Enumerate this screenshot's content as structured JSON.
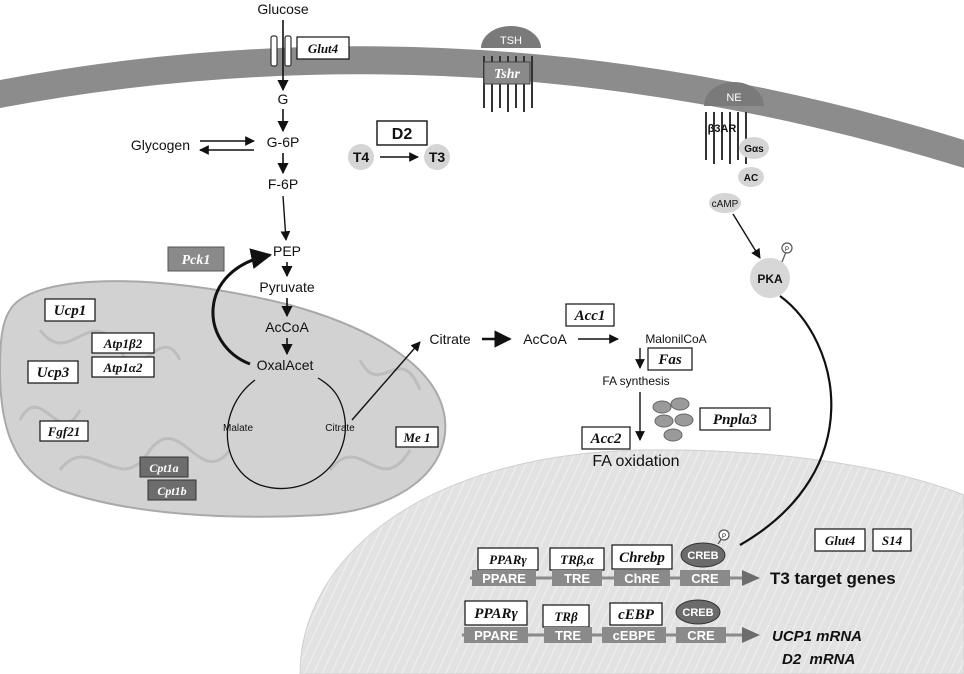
{
  "pathway": {
    "glucose": "Glucose",
    "g": "G",
    "glycogen": "Glycogen",
    "g6p": "G-6P",
    "f6p": "F-6P",
    "pep": "PEP",
    "pyruvate": "Pyruvate",
    "accoa_mito": "AcCoA",
    "oxalacet": "OxalAcet",
    "malate": "Malate",
    "citrate_mito": "Citrate",
    "citrate_cyto": "Citrate",
    "accoa_cyto": "AcCoA",
    "malonilcoa": "MalonilCoA",
    "fa_synthesis": "FA synthesis",
    "fa_oxidation": "FA oxidation"
  },
  "deiodinase": {
    "enzyme": "D2",
    "t4": "T4",
    "t3": "T3"
  },
  "receptors": {
    "tsh": "TSH",
    "tshr": "Tshr",
    "ne": "NE",
    "b3ar": "β3AR",
    "gas": "Gαs",
    "ac": "AC",
    "camp": "cAMP",
    "pka": "PKA",
    "phospho": "P"
  },
  "genes": {
    "glut4_membrane": "Glut4",
    "pck1": "Pck1",
    "ucp1": "Ucp1",
    "atp1b2": "Atp1β2",
    "atp1a2": "Atp1α2",
    "ucp3": "Ucp3",
    "fgf21": "Fgf21",
    "cpt1a": "Cpt1a",
    "cpt1b": "Cpt1b",
    "me1": "Me 1",
    "acc1": "Acc1",
    "fas": "Fas",
    "acc2": "Acc2",
    "pnpla3": "Pnpla3",
    "glut4_nuclear": "Glut4",
    "s14": "S14"
  },
  "nucleus": {
    "row1": {
      "factors": [
        "PPARγ",
        "TRβ,α",
        "Chrebp"
      ],
      "creb": "CREB",
      "elements": [
        "PPARE",
        "TRE",
        "ChRE",
        "CRE"
      ],
      "target": "T3 target genes"
    },
    "row2": {
      "factors": [
        "PPARγ",
        "TRβ",
        "cEBP"
      ],
      "creb": "CREB",
      "elements": [
        "PPARE",
        "TRE",
        "cEBPE",
        "CRE"
      ],
      "targets": [
        "UCP1 mRNA",
        "D2  mRNA"
      ]
    }
  },
  "colors": {
    "membrane": "#8c8c8c",
    "nucleus_fill": "#e4e4e4",
    "mito_fill": "#d2d2d2",
    "dna_element": "#8a8a8a",
    "creb": "#6b6b6b",
    "pka": "#d7d7d7"
  }
}
